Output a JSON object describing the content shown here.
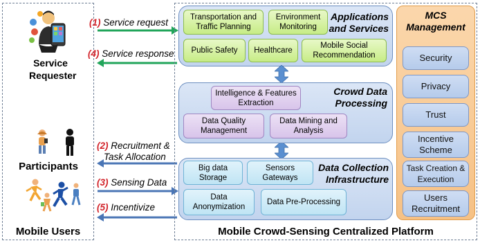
{
  "mobile_users": {
    "title": "Mobile Users",
    "service_requester": "Service Requester",
    "participants": "Participants"
  },
  "flows": [
    {
      "num": "(1)",
      "text": "Service request",
      "color": "#21a55a"
    },
    {
      "num": "(4)",
      "text": "Service response",
      "color": "#21a55a"
    },
    {
      "num": "(2)",
      "text": "Recruitment &",
      "text2": "Task Allocation",
      "color": "#4a75b5"
    },
    {
      "num": "(3)",
      "text": "Sensing Data",
      "color": "#4a75b5"
    },
    {
      "num": "(5)",
      "text": "Incentivize",
      "color": "#4a75b5"
    }
  ],
  "platform": {
    "title": "Mobile Crowd-Sensing Centralized Platform",
    "applications": {
      "title_line1": "Applications",
      "title_line2": "and Services",
      "boxes": [
        "Transportation and Traffic Planning",
        "Environment Monitoring",
        "Public Safety",
        "Healthcare",
        "Mobile Social Recommendation"
      ]
    },
    "processing": {
      "title_line1": "Crowd Data",
      "title_line2": "Processing",
      "boxes": [
        "Intelligence & Features Extraction",
        "Data Quality Management",
        "Data Mining and Analysis"
      ]
    },
    "collection": {
      "title_line1": "Data Collection",
      "title_line2": "Infrastructure",
      "boxes": [
        "Big data Storage",
        "Sensors Gateways",
        "Data Anonymization",
        "Data Pre-Processing"
      ]
    },
    "mcs": {
      "title_line1": "MCS",
      "title_line2": "Management",
      "items": [
        "Security",
        "Privacy",
        "Trust",
        "Incentive Scheme",
        "Task Creation & Execution",
        "Users Recruitment"
      ]
    }
  },
  "colors": {
    "green_arrow": "#21a55a",
    "blue_arrow": "#4a75b5",
    "number_red": "#d2232a"
  }
}
